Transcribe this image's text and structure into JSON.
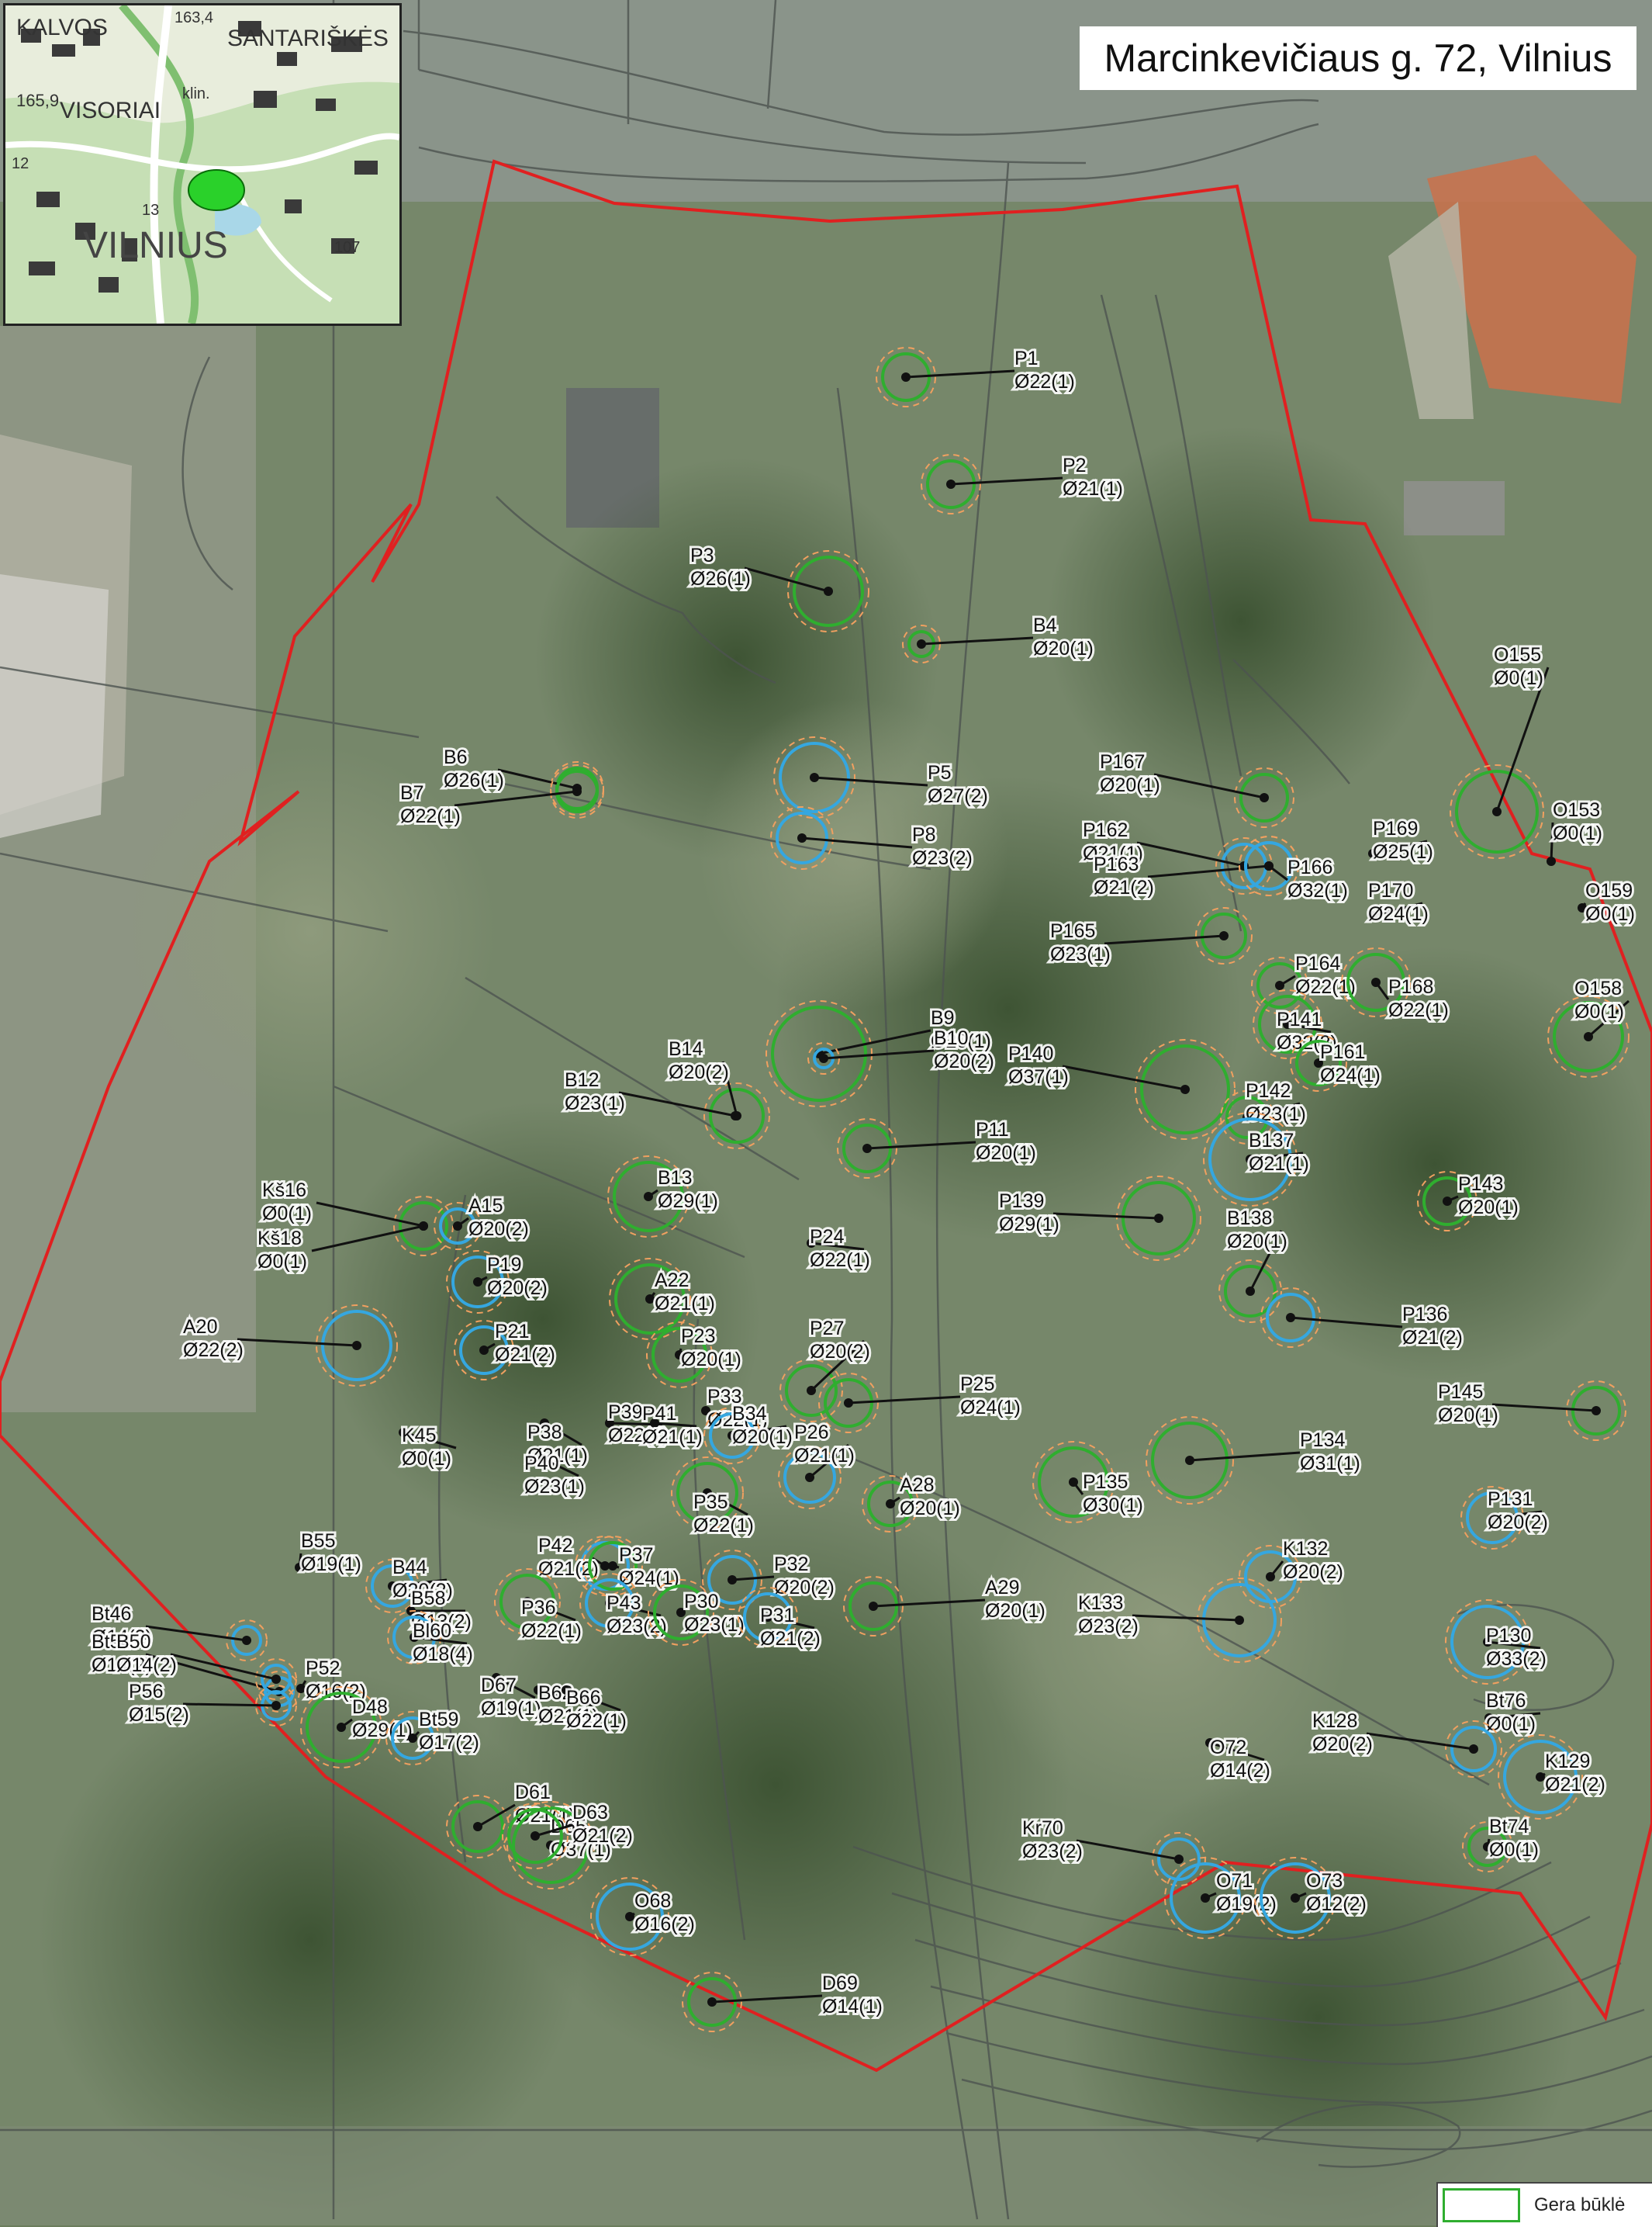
{
  "title": "Marcinkevičiaus g. 72, Vilnius",
  "legend": {
    "label": "Gera būklė",
    "color": "#2fae2f"
  },
  "colors": {
    "boundary": "#e02020",
    "good_condition": "#2fae2f",
    "other_condition": "#35a7e0",
    "crown_projection": "#f0a060"
  },
  "inset": {
    "labels": {
      "kalvos": "KALVOS",
      "santariskes": "SANTARIŠKĖS",
      "visoriai": "VISORIAI",
      "vilnius": "VILNIUS",
      "h1634": "163,4",
      "h1659": "165,9",
      "h107": "107",
      "h12": "12",
      "h13": "13",
      "klin": "klin."
    },
    "marker_color": "#2ad12a"
  },
  "trees": [
    {
      "id": "P1",
      "dia": "Ø22(1)"
    },
    {
      "id": "P2",
      "dia": "Ø21(1)"
    },
    {
      "id": "P3",
      "dia": "Ø26(1)"
    },
    {
      "id": "B4",
      "dia": "Ø20(1)"
    },
    {
      "id": "P5",
      "dia": "Ø27(2)"
    },
    {
      "id": "P8",
      "dia": "Ø23(2)"
    },
    {
      "id": "B6",
      "dia": "Ø26(1)"
    },
    {
      "id": "B7",
      "dia": "Ø22(1)"
    },
    {
      "id": "P167",
      "dia": "Ø20(1)"
    },
    {
      "id": "P162",
      "dia": "Ø21(1)"
    },
    {
      "id": "P163",
      "dia": "Ø21(2)"
    },
    {
      "id": "P169",
      "dia": "Ø25(1)"
    },
    {
      "id": "P166",
      "dia": "Ø32(1)"
    },
    {
      "id": "P170",
      "dia": "Ø24(1)"
    },
    {
      "id": "P165",
      "dia": "Ø23(1)"
    },
    {
      "id": "P164",
      "dia": "Ø22(1)"
    },
    {
      "id": "P168",
      "dia": "Ø22(1)"
    },
    {
      "id": "P141",
      "dia": "Ø32(2)"
    },
    {
      "id": "P161",
      "dia": "Ø24(1)"
    },
    {
      "id": "O155",
      "dia": "Ø0(1)"
    },
    {
      "id": "O153",
      "dia": "Ø0(1)"
    },
    {
      "id": "O159",
      "dia": "Ø0(1)"
    },
    {
      "id": "O158",
      "dia": "Ø0(1)"
    },
    {
      "id": "B9",
      "dia": "Ø20(1)"
    },
    {
      "id": "B10",
      "dia": "Ø20(2)"
    },
    {
      "id": "P140",
      "dia": "Ø37(1)"
    },
    {
      "id": "P142",
      "dia": "Ø23(1)"
    },
    {
      "id": "B137",
      "dia": "Ø21(1)"
    },
    {
      "id": "B14",
      "dia": "Ø20(2)"
    },
    {
      "id": "B12",
      "dia": "Ø23(1)"
    },
    {
      "id": "P11",
      "dia": "Ø20(1)"
    },
    {
      "id": "B13",
      "dia": "Ø29(1)"
    },
    {
      "id": "Kš16",
      "dia": "Ø0(1)"
    },
    {
      "id": "Kš18",
      "dia": "Ø0(1)"
    },
    {
      "id": "A15",
      "dia": "Ø20(2)"
    },
    {
      "id": "P139",
      "dia": "Ø29(1)"
    },
    {
      "id": "B138",
      "dia": "Ø20(1)"
    },
    {
      "id": "P143",
      "dia": "Ø20(1)"
    },
    {
      "id": "P24",
      "dia": "Ø22(1)"
    },
    {
      "id": "P19",
      "dia": "Ø20(2)"
    },
    {
      "id": "A22",
      "dia": "Ø21(1)"
    },
    {
      "id": "A20",
      "dia": "Ø22(2)"
    },
    {
      "id": "P21",
      "dia": "Ø21(2)"
    },
    {
      "id": "P23",
      "dia": "Ø20(1)"
    },
    {
      "id": "P27",
      "dia": "Ø20(2)"
    },
    {
      "id": "P136",
      "dia": "Ø21(2)"
    },
    {
      "id": "P25",
      "dia": "Ø24(1)"
    },
    {
      "id": "P145",
      "dia": "Ø20(1)"
    },
    {
      "id": "P33",
      "dia": "Ø22(1)"
    },
    {
      "id": "K45",
      "dia": "Ø0(1)"
    },
    {
      "id": "P38",
      "dia": "Ø21(1)"
    },
    {
      "id": "P39",
      "dia": "Ø22(1)"
    },
    {
      "id": "P41",
      "dia": "Ø21(1)"
    },
    {
      "id": "B34",
      "dia": "Ø20(1)"
    },
    {
      "id": "P26",
      "dia": "Ø21(1)"
    },
    {
      "id": "P40",
      "dia": "Ø23(1)"
    },
    {
      "id": "P134",
      "dia": "Ø31(1)"
    },
    {
      "id": "P135",
      "dia": "Ø30(1)"
    },
    {
      "id": "A28",
      "dia": "Ø20(1)"
    },
    {
      "id": "P131",
      "dia": "Ø20(2)"
    },
    {
      "id": "P35",
      "dia": "Ø22(1)"
    },
    {
      "id": "B55",
      "dia": "Ø19(1)"
    },
    {
      "id": "P42",
      "dia": "Ø21(2)"
    },
    {
      "id": "P37",
      "dia": "Ø24(1)"
    },
    {
      "id": "B44",
      "dia": "Ø20(2)"
    },
    {
      "id": "P32",
      "dia": "Ø20(2)"
    },
    {
      "id": "K132",
      "dia": "Ø20(2)"
    },
    {
      "id": "B58",
      "dia": "Ø13(2)"
    },
    {
      "id": "P36",
      "dia": "Ø22(1)"
    },
    {
      "id": "P43",
      "dia": "Ø23(2)"
    },
    {
      "id": "P30",
      "dia": "Ø23(1)"
    },
    {
      "id": "P31",
      "dia": "Ø21(2)"
    },
    {
      "id": "A29",
      "dia": "Ø20(1)"
    },
    {
      "id": "K133",
      "dia": "Ø23(2)"
    },
    {
      "id": "Bt46",
      "dia": "Ø14(2)"
    },
    {
      "id": "Bt54",
      "dia": "Ø14(2)"
    },
    {
      "id": "B50",
      "dia": "Ø14(2)"
    },
    {
      "id": "Bl60",
      "dia": "Ø18(4)"
    },
    {
      "id": "P130",
      "dia": "Ø33(2)"
    },
    {
      "id": "P52",
      "dia": "Ø16(2)"
    },
    {
      "id": "D67",
      "dia": "Ø19(1)"
    },
    {
      "id": "B62",
      "dia": "Ø21(1)"
    },
    {
      "id": "B66",
      "dia": "Ø22(1)"
    },
    {
      "id": "Bt76",
      "dia": "Ø0(1)"
    },
    {
      "id": "P56",
      "dia": "Ø15(2)"
    },
    {
      "id": "D48",
      "dia": "Ø29(1)"
    },
    {
      "id": "Bt59",
      "dia": "Ø17(2)"
    },
    {
      "id": "K128",
      "dia": "Ø20(2)"
    },
    {
      "id": "O72",
      "dia": "Ø14(2)"
    },
    {
      "id": "K129",
      "dia": "Ø21(2)"
    },
    {
      "id": "D61",
      "dia": "Ø21(1)"
    },
    {
      "id": "D65",
      "dia": "Ø37(1)"
    },
    {
      "id": "D63",
      "dia": "Ø21(2)"
    },
    {
      "id": "Kr70",
      "dia": "Ø23(2)"
    },
    {
      "id": "Bt74",
      "dia": "Ø0(1)"
    },
    {
      "id": "O68",
      "dia": "Ø16(2)"
    },
    {
      "id": "O71",
      "dia": "Ø19(2)"
    },
    {
      "id": "O73",
      "dia": "Ø12(2)"
    },
    {
      "id": "D69",
      "dia": "Ø14(1)"
    }
  ]
}
